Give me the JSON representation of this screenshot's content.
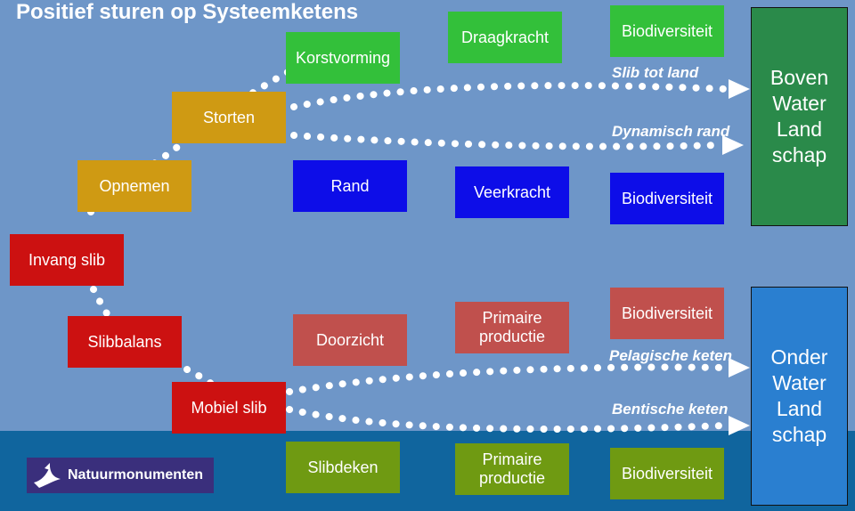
{
  "title": "Positief sturen op Systeemketens",
  "colors": {
    "gold": "#cf9a13",
    "green": "#33c03a",
    "blue": "#0d0de8",
    "red": "#cc1111",
    "muted_red": "#c0504d",
    "olive": "#6f9a12",
    "dark_green": "#2a8a4a",
    "bright_blue": "#2a7fd0"
  },
  "boxes": {
    "invang_slib": "Invang slib",
    "opnemen": "Opnemen",
    "storten": "Storten",
    "korstvorming": "Korstvorming",
    "rand": "Rand",
    "draagkracht": "Draagkracht",
    "veerkracht": "Veerkracht",
    "biodiversiteit_top": "Biodiversiteit",
    "biodiversiteit_upper": "Biodiversiteit",
    "slibbalans": "Slibbalans",
    "mobiel_slib": "Mobiel slib",
    "doorzicht": "Doorzicht",
    "slibdeken": "Slibdeken",
    "primaire_productie_top": "Primaire productie",
    "primaire_productie_bottom": "Primaire productie",
    "biodiversiteit_mid": "Biodiversiteit",
    "biodiversiteit_bottom": "Biodiversiteit"
  },
  "arrow_labels": {
    "slib_tot_land": "Slib tot land",
    "dynamisch_rand": "Dynamisch rand",
    "pelagische_keten": "Pelagische keten",
    "bentische_keten": "Bentische keten"
  },
  "targets": {
    "boven": "Boven Water Land schap",
    "onder": "Onder Water Land schap"
  },
  "logo": {
    "text": "Natuurmonumenten",
    "icon": "bird-icon"
  }
}
